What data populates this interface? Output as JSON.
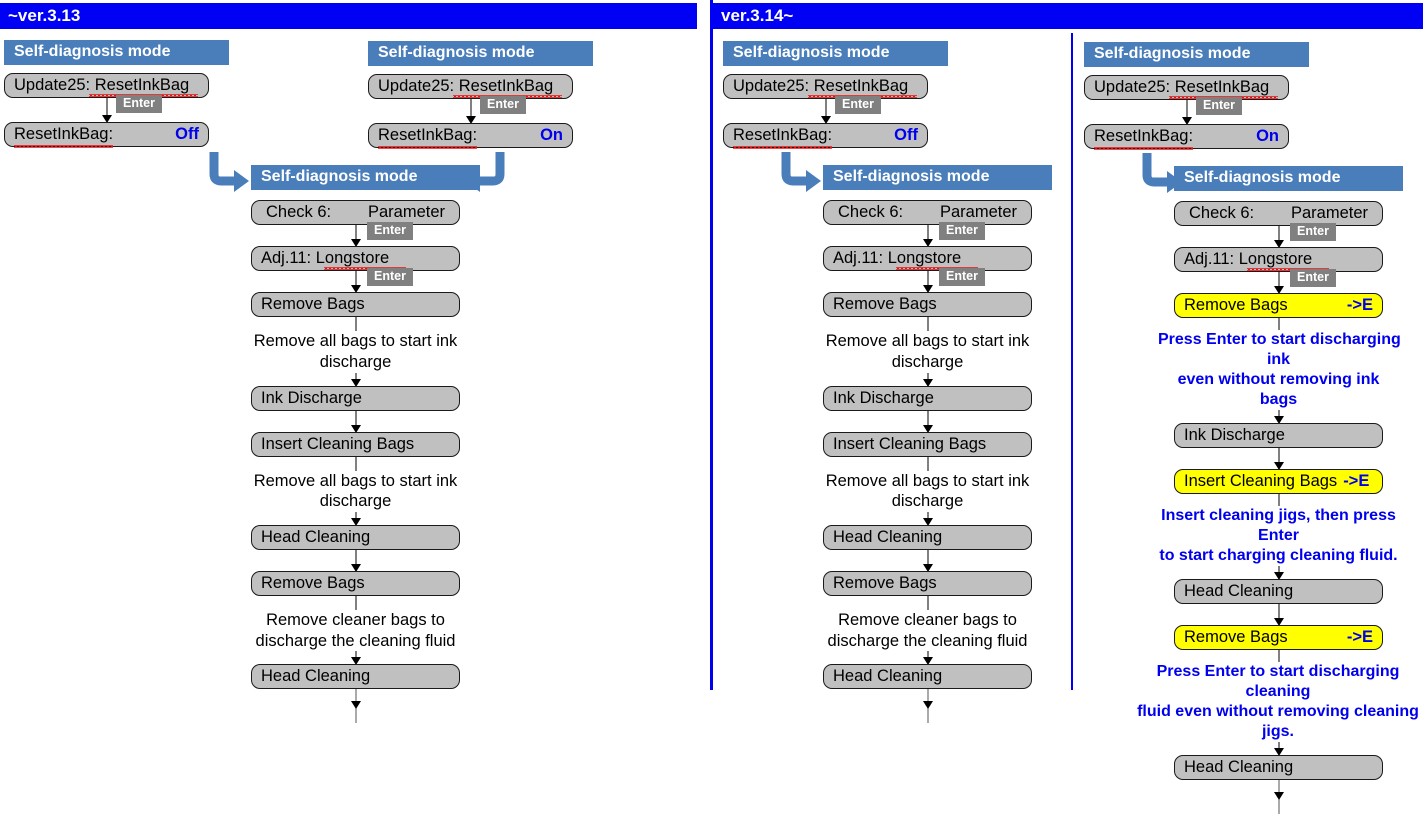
{
  "panels": [
    {
      "id": "left",
      "title": "~ver.3.13"
    },
    {
      "id": "right",
      "title": "ver.3.14~"
    }
  ],
  "labels": {
    "mode_header": "Self-diagnosis mode",
    "enter": "Enter",
    "update25": "Update25: ResetInkBag",
    "resetinkbag": "ResetInkBag:",
    "value_off": "Off",
    "value_on": "On",
    "check6_left": "Check  6:",
    "check6_right": "Parameter",
    "adj11": "Adj.11: Longstore",
    "remove_bags": "Remove Bags",
    "ink_discharge": "Ink Discharge",
    "insert_cleaning_bags": "Insert Cleaning Bags",
    "head_cleaning": "Head Cleaning",
    "enter_hint": "->E"
  },
  "notes": {
    "remove_all_bags_1": "Remove all bags to start ink",
    "remove_all_bags_2": "discharge",
    "remove_cleaner_1": "Remove cleaner bags to",
    "remove_cleaner_2": "discharge the cleaning fluid",
    "press_enter_ink_1": "Press Enter to start discharging ink",
    "press_enter_ink_2": "even without removing ink bags",
    "insert_jigs_1": "Insert cleaning jigs, then press Enter",
    "insert_jigs_2": "to start charging cleaning fluid.",
    "press_enter_fluid_1": "Press Enter to start discharging cleaning",
    "press_enter_fluid_2": "fluid even without removing cleaning jigs."
  },
  "colors": {
    "title_bar": "#0000f5",
    "mode_header": "#4a7ebb",
    "lcd_gray": "#c0c0c0",
    "lcd_yellow": "#ffff00",
    "value_blue": "#0000ee",
    "enter_badge": "#808080",
    "arrow_blue": "#4a7ebb",
    "divider": "#0000ee"
  },
  "icons": {
    "elbow_right": "curved-arrow-right-icon",
    "elbow_left": "curved-arrow-left-icon",
    "arrow_down": "arrow-down-icon"
  }
}
